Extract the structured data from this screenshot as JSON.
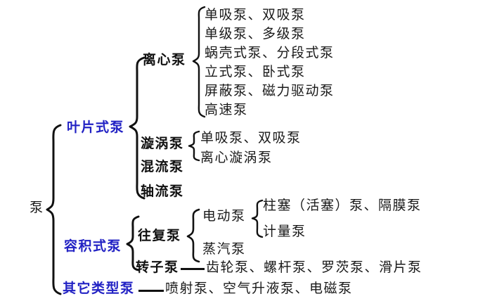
{
  "diagram": {
    "title_root": "泵",
    "colors": {
      "branch_label": "#2222c4",
      "text": "#1a1a1a",
      "line": "#111111",
      "background": "#ffffff"
    },
    "nodes": {
      "root": "泵",
      "lvl1": {
        "vane": "叶片式泵",
        "volumetric": "容积式泵",
        "other": "其它类型泵"
      },
      "lvl2": {
        "centrifugal": "离心泵",
        "vortex": "漩涡泵",
        "mixed_flow": "混流泵",
        "axial_flow": "轴流泵",
        "reciprocating": "往复泵",
        "rotor": "转子泵"
      },
      "lvl3": {
        "electric": "电动泵",
        "steam": "蒸汽泵"
      }
    },
    "leaves": {
      "centrifugal": [
        "单吸泵、双吸泵",
        "单级泵、多级泵",
        "蜗壳式泵、分段式泵",
        "立式泵、卧式泵",
        "屏蔽泵、磁力驱动泵",
        "高速泵"
      ],
      "vortex": [
        "单吸泵、双吸泵",
        "离心漩涡泵"
      ],
      "electric": [
        "柱塞（活塞）泵、隔膜泵",
        "计量泵"
      ],
      "rotor": "齿轮泵、螺杆泵、罗茨泵、滑片泵",
      "other": "喷射泵、空气升液泵、电磁泵"
    }
  }
}
